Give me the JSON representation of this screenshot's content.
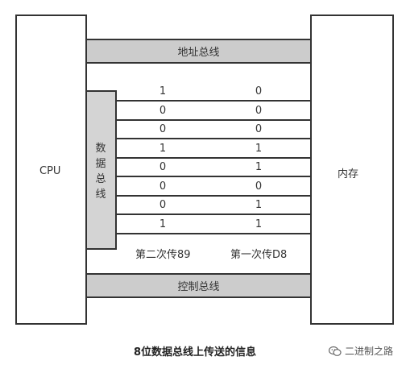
{
  "cpu_label": "CPU",
  "memory_label": "内存",
  "address_bus_label": "地址总线",
  "control_bus_label": "控制总线",
  "data_bus_label_chars": [
    "数",
    "据",
    "总",
    "线"
  ],
  "bit_rows": [
    {
      "first": "1",
      "second": "0"
    },
    {
      "first": "0",
      "second": "0"
    },
    {
      "first": "0",
      "second": "0"
    },
    {
      "first": "1",
      "second": "1"
    },
    {
      "first": "0",
      "second": "1"
    },
    {
      "first": "0",
      "second": "0"
    },
    {
      "first": "0",
      "second": "1"
    },
    {
      "first": "1",
      "second": "1"
    }
  ],
  "transfer_labels": {
    "second": "第二次传89",
    "first": "第一次传D8"
  },
  "caption": "8位数据总线上传送的信息",
  "watermark": "二进制之路"
}
